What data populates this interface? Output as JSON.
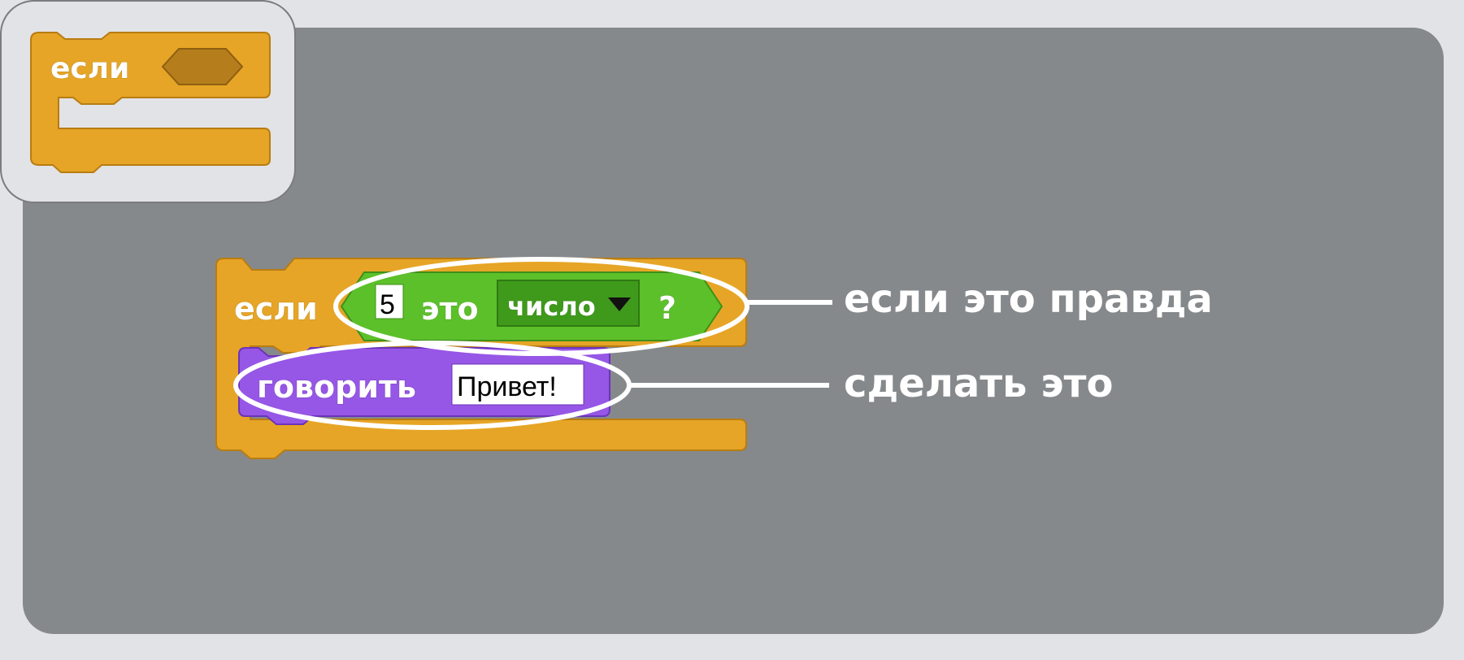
{
  "palette": {
    "if_block": {
      "label": "если"
    }
  },
  "script": {
    "if_block": {
      "label": "если"
    },
    "condition": {
      "number_value": "5",
      "label": "это",
      "dropdown_value": "число",
      "question_mark": "?"
    },
    "say_block": {
      "label": "говорить",
      "input_value": "Привет!"
    }
  },
  "callouts": {
    "condition": "если это правда",
    "action": "сделать это"
  },
  "colors": {
    "control_block": "#e6a526",
    "operator_block": "#5cc02a",
    "looks_block": "#9656e6",
    "canvas": "#86898c"
  }
}
